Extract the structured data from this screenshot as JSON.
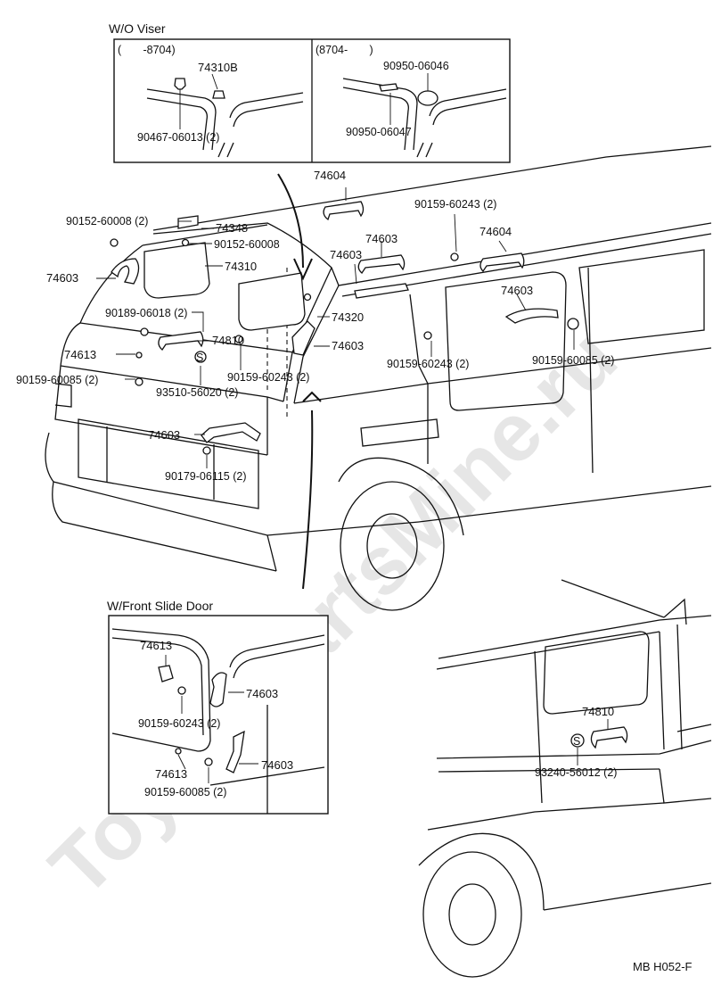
{
  "watermark": "ToyotaPartsMine.ru",
  "figure_code": "MB H052-F",
  "inset_wo_viser": {
    "title": "W/O Viser",
    "left_range": "(       -8704)",
    "right_range": "(8704-       )",
    "left_part_top": "74310B",
    "left_part_bottom": "90467-06013 (2)",
    "right_part_top": "90950-06046",
    "right_part_bottom": "90950-06047"
  },
  "inset_front_slide_door": {
    "title": "W/Front Slide Door",
    "labels": [
      "74613",
      "74603",
      "90159-60243 (2)",
      "74613",
      "74603",
      "90159-60085 (2)"
    ]
  },
  "main_labels": {
    "l_74604_top": "74604",
    "l_90152_60008_left": "90152-60008 (2)",
    "l_74348": "74348",
    "l_90152_60008_right": "90152-60008",
    "l_74310": "74310",
    "l_74603_left": "74603",
    "l_90189": "90189-06018 (2)",
    "l_74810": "74810",
    "l_74613": "74613",
    "l_90159_60085_left": "90159-60085 (2)",
    "l_93510": "93510-56020 (2)",
    "l_90159_60243_mid": "90159-60243 (2)",
    "l_74320": "74320",
    "l_74603_mid": "74603",
    "l_74603_front": "74603",
    "l_90179": "90179-06115 (2)",
    "l_90159_60243_top_right": "90159-60243 (2)",
    "l_74604_right": "74604",
    "l_74603_roof_a": "74603",
    "l_74603_roof_b": "74603",
    "l_74603_side": "74603",
    "l_90159_60243_side": "90159-60243 (2)",
    "l_90159_60085_side": "90159-60085 (2)"
  },
  "rear_view_labels": {
    "l_74810": "74810",
    "l_93240": "93240-56012 (2)"
  },
  "colors": {
    "line": "#111111",
    "watermark": "#e6e6e6",
    "background": "#ffffff"
  }
}
